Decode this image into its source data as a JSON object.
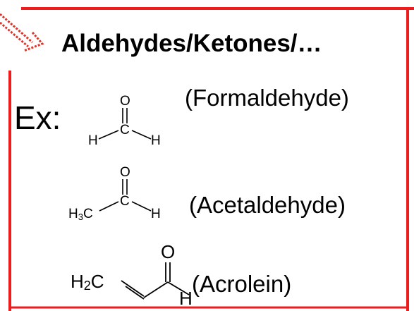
{
  "slide": {
    "title": "Aldehydes/Ketones/…",
    "example_label": "Ex:",
    "frame_color": "#ee1c1c",
    "accent_color": "#e0342a"
  },
  "molecules": [
    {
      "caption": "(Formaldehyde)",
      "atoms": {
        "o": "O",
        "c": "C",
        "h_left": "H",
        "h_right": "H"
      }
    },
    {
      "caption": "(Acetaldehyde)",
      "atoms": {
        "o": "O",
        "c": "C",
        "ch3_h": "H",
        "ch3_sub": "3",
        "ch3_c": "C",
        "h_right": "H"
      }
    },
    {
      "caption": "(Acrolein)",
      "atoms": {
        "o": "O",
        "ch2_h": "H",
        "ch2_sub": "2",
        "ch2_c": "C",
        "h_right": "H"
      }
    }
  ]
}
